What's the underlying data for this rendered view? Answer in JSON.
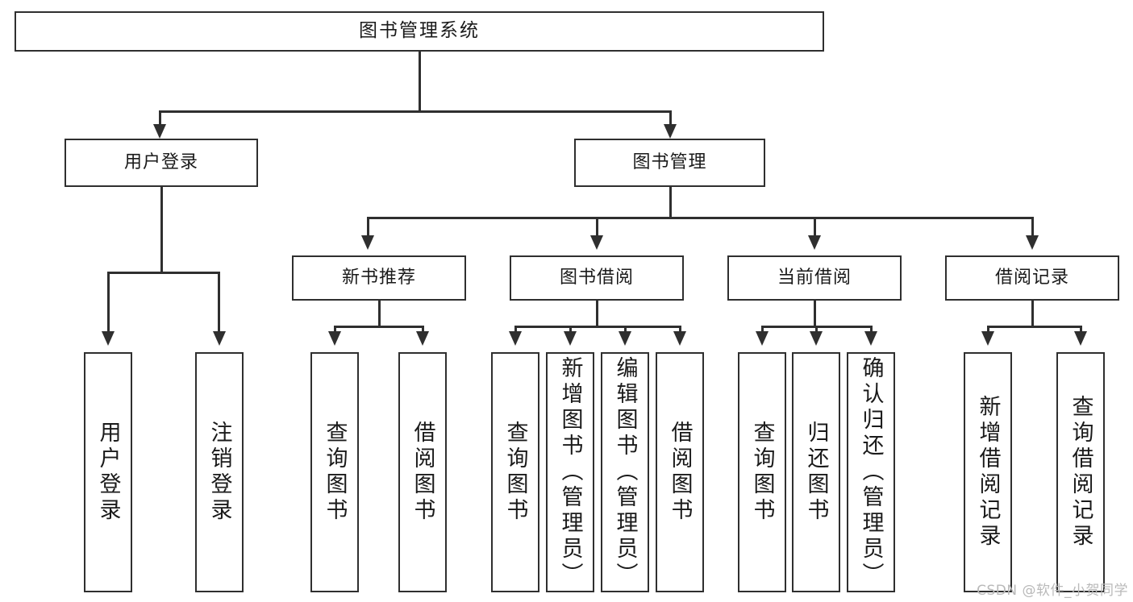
{
  "diagram": {
    "title": "图书管理系统",
    "type": "tree-hierarchy",
    "root": {
      "label": "图书管理系统"
    },
    "level2": [
      {
        "label": "用户登录"
      },
      {
        "label": "图书管理"
      }
    ],
    "level3": [
      {
        "label": "新书推荐"
      },
      {
        "label": "图书借阅"
      },
      {
        "label": "当前借阅"
      },
      {
        "label": "借阅记录"
      }
    ],
    "leaves": {
      "user_login": [
        {
          "label": "用户登录"
        },
        {
          "label": "注销登录"
        }
      ],
      "new_book_recommend": [
        {
          "label": "查询图书"
        },
        {
          "label": "借阅图书"
        }
      ],
      "book_borrow": [
        {
          "label": "查询图书"
        },
        {
          "label": "新增图书（管理员）"
        },
        {
          "label": "编辑图书（管理员）"
        },
        {
          "label": "借阅图书"
        }
      ],
      "current_borrow": [
        {
          "label": "查询图书"
        },
        {
          "label": "归还图书"
        },
        {
          "label": "确认归还（管理员）"
        }
      ],
      "borrow_record": [
        {
          "label": "新增借阅记录"
        },
        {
          "label": "查询借阅记录"
        }
      ]
    }
  },
  "watermark": {
    "text": "CSDN @软件_小贺同学"
  },
  "colors": {
    "stroke": "#2f2f2f",
    "background": "#ffffff",
    "text": "#1a1a1a",
    "watermark": "#b9b9b9"
  }
}
